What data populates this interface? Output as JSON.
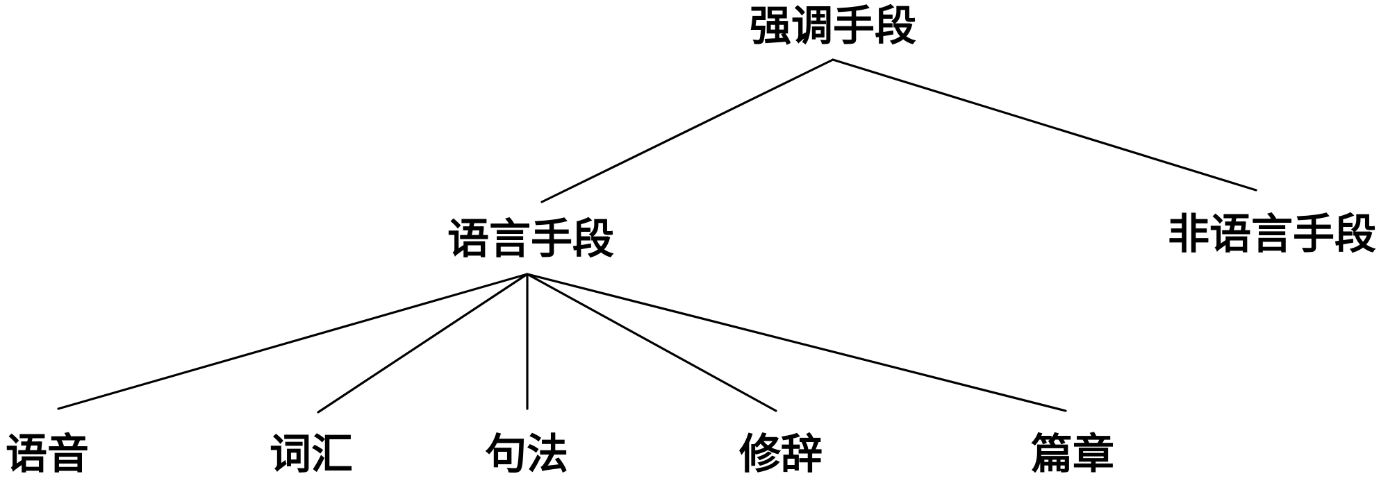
{
  "tree": {
    "root": {
      "label": "强调手段"
    },
    "branches": [
      {
        "label": "语言手段",
        "children": [
          {
            "label": "语音"
          },
          {
            "label": "词汇"
          },
          {
            "label": "句法"
          },
          {
            "label": "修辞"
          },
          {
            "label": "篇章"
          }
        ]
      },
      {
        "label": "非语言手段",
        "children": []
      }
    ]
  },
  "colors": {
    "line": "#000000",
    "text": "#000000",
    "background": "#ffffff"
  }
}
